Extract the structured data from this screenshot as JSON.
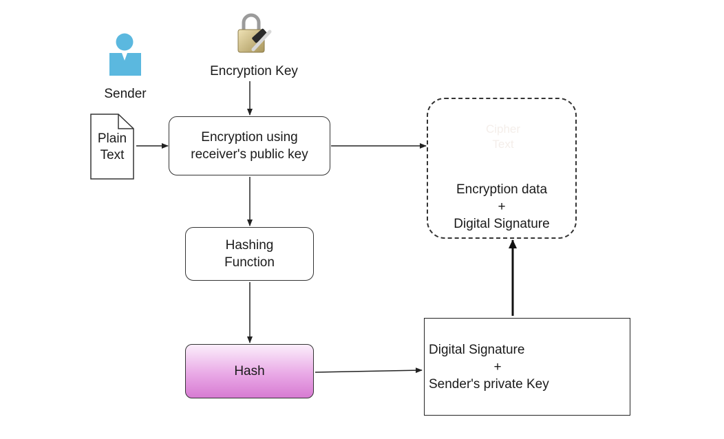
{
  "sender": {
    "label": "Sender"
  },
  "encryption_key": {
    "label": "Encryption Key"
  },
  "plain_text": {
    "line1": "Plain",
    "line2": "Text"
  },
  "encryption_box": {
    "line1": "Encryption using",
    "line2": "receiver's public key"
  },
  "hashing_box": {
    "line1": "Hashing",
    "line2": "Function"
  },
  "hash_box": {
    "label": "Hash"
  },
  "cipher_doc": {
    "line1": "Cipher",
    "line2": "Text"
  },
  "output_box": {
    "line1": "Encryption data",
    "line2": "+",
    "line3": "Digital Signature"
  },
  "signature_box": {
    "line1": "Digital Signature",
    "line2": "+",
    "line3": "Sender's private Key"
  },
  "icons": {
    "sender": "user-icon",
    "encryption_key": "padlock-key-icon",
    "plain_text": "document-icon",
    "cipher_text": "document-icon",
    "signature": "stamp-icon",
    "private_key": "padlock-key-icon"
  },
  "colors": {
    "user": "#5bb8df",
    "hash_fill": "#e39fe0",
    "cipher_doc": "#7a3a22",
    "padlock": "#d4c28a"
  }
}
